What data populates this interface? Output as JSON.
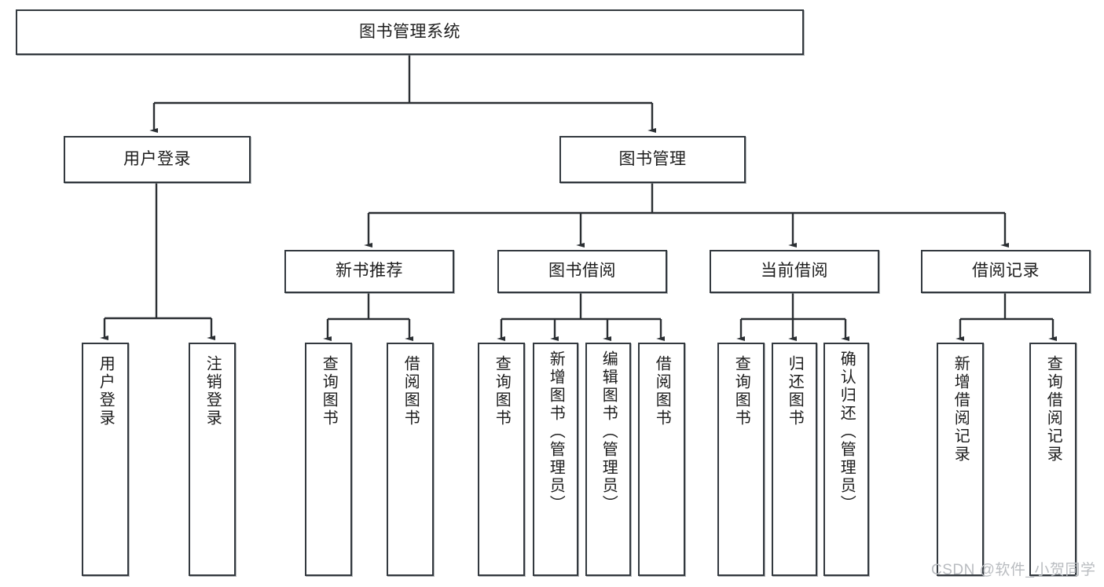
{
  "diagram": {
    "type": "hierarchy-tree",
    "title": "图书管理系统",
    "root": {
      "id": "root",
      "label": "图书管理系统"
    },
    "level2": [
      {
        "id": "user-login",
        "label": "用户登录"
      },
      {
        "id": "book-management",
        "label": "图书管理"
      }
    ],
    "level3": [
      {
        "id": "new-book-recommend",
        "label": "新书推荐",
        "parent": "book-management"
      },
      {
        "id": "book-borrow",
        "label": "图书借阅",
        "parent": "book-management"
      },
      {
        "id": "current-borrow",
        "label": "当前借阅",
        "parent": "book-management"
      },
      {
        "id": "borrow-record",
        "label": "借阅记录",
        "parent": "book-management"
      }
    ],
    "leaves": [
      {
        "id": "leaf-user-login",
        "label": "用户登录",
        "parent": "user-login"
      },
      {
        "id": "leaf-user-logout",
        "label": "注销登录",
        "parent": "user-login"
      },
      {
        "id": "leaf-query-book-1",
        "label": "查询图书",
        "parent": "new-book-recommend"
      },
      {
        "id": "leaf-borrow-book-1",
        "label": "借阅图书",
        "parent": "new-book-recommend"
      },
      {
        "id": "leaf-query-book-2",
        "label": "查询图书",
        "parent": "book-borrow"
      },
      {
        "id": "leaf-add-book",
        "label": "新增图书（管理员）",
        "parent": "book-borrow"
      },
      {
        "id": "leaf-edit-book",
        "label": "编辑图书（管理员）",
        "parent": "book-borrow"
      },
      {
        "id": "leaf-borrow-book-2",
        "label": "借阅图书",
        "parent": "book-borrow"
      },
      {
        "id": "leaf-query-book-3",
        "label": "查询图书",
        "parent": "current-borrow"
      },
      {
        "id": "leaf-return-book",
        "label": "归还图书",
        "parent": "current-borrow"
      },
      {
        "id": "leaf-confirm-return",
        "label": "确认归还（管理员）",
        "parent": "current-borrow"
      },
      {
        "id": "leaf-add-record",
        "label": "新增借阅记录",
        "parent": "borrow-record"
      },
      {
        "id": "leaf-query-record",
        "label": "查询借阅记录",
        "parent": "borrow-record"
      }
    ],
    "colors": {
      "border": "#33393f",
      "background": "#ffffff",
      "text": "#1d1d1d",
      "edge": "#2b2f33",
      "watermark": "#b9bcc0"
    }
  },
  "watermark": {
    "text": "CSDN @软件_小贺同学"
  }
}
